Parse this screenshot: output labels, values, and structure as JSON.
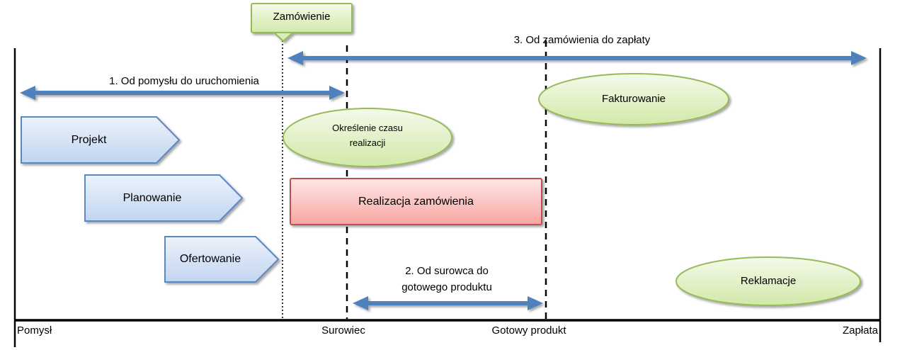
{
  "callout": {
    "label": "Zamówienie"
  },
  "arrows": {
    "idea_to_launch": {
      "label": "1. Od pomysłu do uruchomienia"
    },
    "raw_to_product": {
      "label": "2. Od surowca do gotowego produktu"
    },
    "order_to_payment": {
      "label": "3. Od zamówienia do zapłaty"
    }
  },
  "chevrons": [
    {
      "label": "Projekt"
    },
    {
      "label": "Planowanie"
    },
    {
      "label": "Ofertowanie"
    }
  ],
  "ellipses": [
    {
      "label": "Określenie czasu realizacji"
    },
    {
      "label": "Fakturowanie"
    },
    {
      "label": "Reklamacje"
    }
  ],
  "process_box": {
    "label": "Realizacja zamówienia"
  },
  "axis": {
    "labels": [
      "Pomysł",
      "Surowiec",
      "Gotowy produkt",
      "Zapłata"
    ]
  },
  "colors": {
    "arrow_blue": "#4f81bd",
    "chevron_border": "#5c87c5",
    "green_border": "#97ba59",
    "red_border": "#c1504e",
    "line_black": "#000000"
  }
}
